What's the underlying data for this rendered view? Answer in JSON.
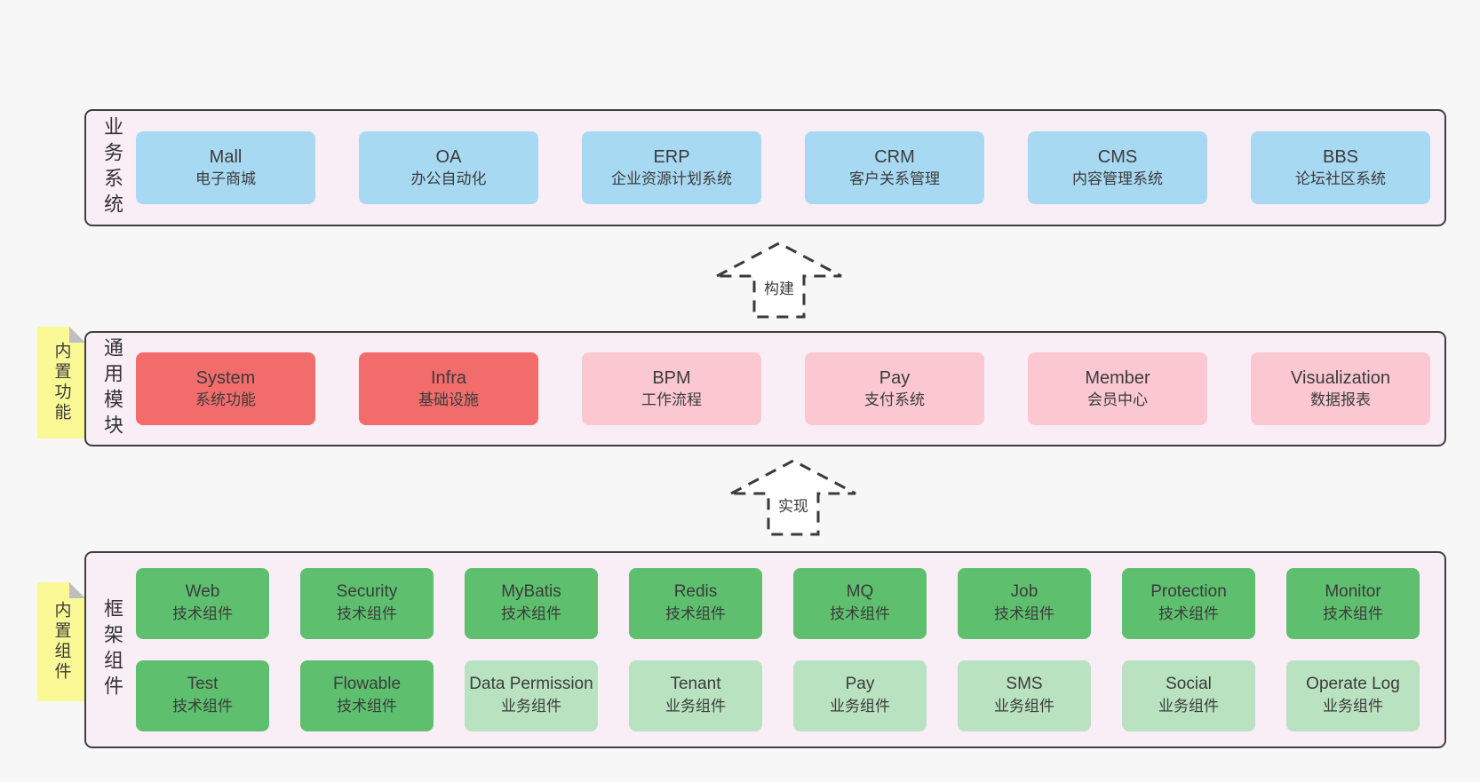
{
  "palette": {
    "pagebg": "#f7f7f7",
    "layerbg": "#f9edf6",
    "blue": "#a8d9f2",
    "red": "#f26c6c",
    "pink": "#fbc8d2",
    "green": "#5ec06f",
    "greenlight": "#b9e3c0",
    "yellow": "#fbf996",
    "fold": "#bfbfbf"
  },
  "layers": {
    "business": {
      "label": "业务系统",
      "boxes": [
        {
          "name": "Mall",
          "desc": "电子商城",
          "variant": "blue"
        },
        {
          "name": "OA",
          "desc": "办公自动化",
          "variant": "blue"
        },
        {
          "name": "ERP",
          "desc": "企业资源计划系统",
          "variant": "blue"
        },
        {
          "name": "CRM",
          "desc": "客户关系管理",
          "variant": "blue"
        },
        {
          "name": "CMS",
          "desc": "内容管理系统",
          "variant": "blue"
        },
        {
          "name": "BBS",
          "desc": "论坛社区系统",
          "variant": "blue"
        }
      ]
    },
    "modules": {
      "label": "通用模块",
      "sticky": "内置功能",
      "boxes": [
        {
          "name": "System",
          "desc": "系统功能",
          "variant": "red"
        },
        {
          "name": "Infra",
          "desc": "基础设施",
          "variant": "red"
        },
        {
          "name": "BPM",
          "desc": "工作流程",
          "variant": "pink"
        },
        {
          "name": "Pay",
          "desc": "支付系统",
          "variant": "pink"
        },
        {
          "name": "Member",
          "desc": "会员中心",
          "variant": "pink"
        },
        {
          "name": "Visualization",
          "desc": "数据报表",
          "variant": "pink"
        }
      ]
    },
    "components": {
      "label": "框架组件",
      "sticky": "内置组件",
      "row1": [
        {
          "name": "Web",
          "desc": "技术组件",
          "variant": "green"
        },
        {
          "name": "Security",
          "desc": "技术组件",
          "variant": "green"
        },
        {
          "name": "MyBatis",
          "desc": "技术组件",
          "variant": "green"
        },
        {
          "name": "Redis",
          "desc": "技术组件",
          "variant": "green"
        },
        {
          "name": "MQ",
          "desc": "技术组件",
          "variant": "green"
        },
        {
          "name": "Job",
          "desc": "技术组件",
          "variant": "green"
        },
        {
          "name": "Protection",
          "desc": "技术组件",
          "variant": "green"
        },
        {
          "name": "Monitor",
          "desc": "技术组件",
          "variant": "green"
        }
      ],
      "row2": [
        {
          "name": "Test",
          "desc": "技术组件",
          "variant": "green"
        },
        {
          "name": "Flowable",
          "desc": "技术组件",
          "variant": "green"
        },
        {
          "name": "Data Permission",
          "desc": "业务组件",
          "variant": "green-light"
        },
        {
          "name": "Tenant",
          "desc": "业务组件",
          "variant": "green-light"
        },
        {
          "name": "Pay",
          "desc": "业务组件",
          "variant": "green-light"
        },
        {
          "name": "SMS",
          "desc": "业务组件",
          "variant": "green-light"
        },
        {
          "name": "Social",
          "desc": "业务组件",
          "variant": "green-light"
        },
        {
          "name": "Operate Log",
          "desc": "业务组件",
          "variant": "green-light"
        }
      ]
    }
  },
  "arrows": [
    {
      "label": "构建"
    },
    {
      "label": "实现"
    }
  ]
}
